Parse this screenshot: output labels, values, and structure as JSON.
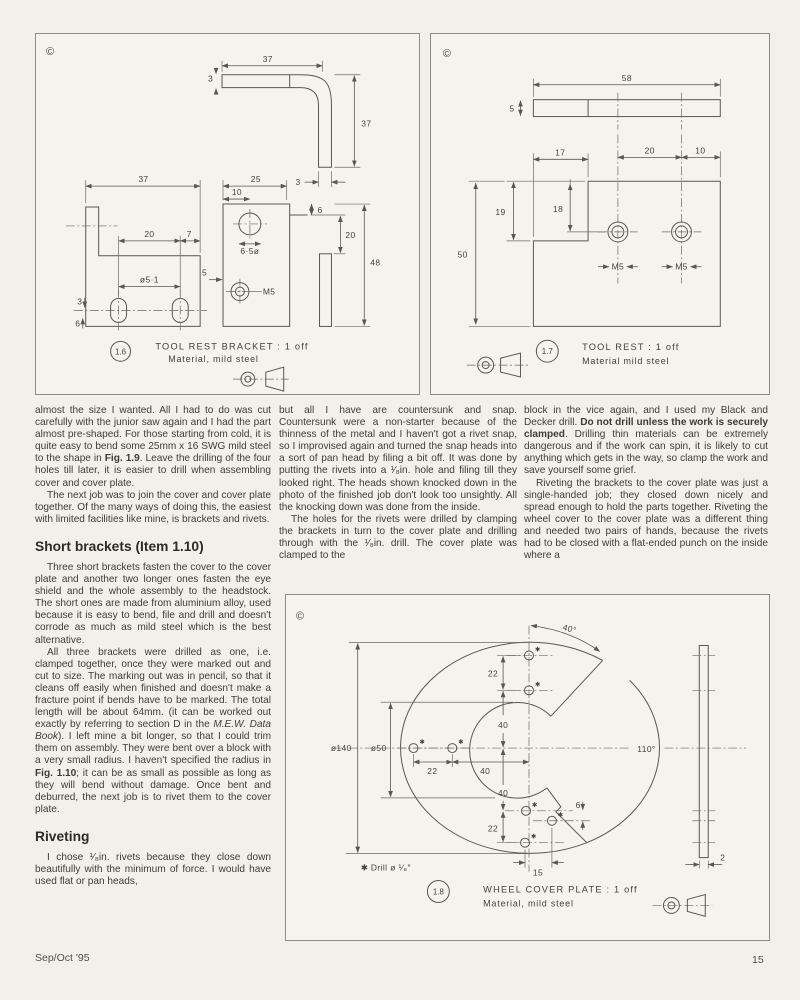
{
  "page": {
    "copyright_mark": "©",
    "footer_issue": "Sep/Oct '95",
    "footer_page": "15"
  },
  "article": {
    "col1": {
      "p1": {
        "pre": "almost the size I wanted. All I had to do was cut carefully with the junior saw again and I had the part almost pre-shaped. For those starting from cold, it is quite easy to bend some 25mm x 16 SWG mild steel to the shape in ",
        "bold": "Fig. 1.9",
        "post": ". Leave the drilling of the four holes till later, it is easier to drill when assembling cover and cover plate."
      },
      "p2": "The next job was to join the cover and cover plate together. Of the many ways of doing this, the easiest with limited facilities like mine, is brackets and rivets.",
      "h1": "Short brackets (Item 1.10)",
      "p3": "Three short brackets fasten the cover to the cover plate and another two longer ones fasten the eye shield and the whole assembly to the headstock. The short ones are made from aluminium alloy, used because it is easy to bend, file and drill and doesn't corrode as much as mild steel which is the best alternative.",
      "p4": {
        "pre": "All three brackets were drilled as one, i.e. clamped together, once they were marked out and cut to size. The marking out was in pencil, so that it cleans off easily when finished and doesn't make a fracture point if bends have to be marked. The total length will be about 64mm. (it can be worked out exactly by referring to section D in the ",
        "italic": "M.E.W. Data Book",
        "mid": "). I left mine a bit longer, so that I could trim them on assembly. They were bent over a block with a very small radius. I haven't specified the radius in ",
        "bold": "Fig. 1.10",
        "post": "; it can be as small as possible as long as they will bend without damage. Once bent and deburred, the next job is to rivet them to the cover plate."
      },
      "h2": "Riveting",
      "p5": "I chose ¹⁄₈in. rivets because they close down beautifully with the minimum of force. I would have used flat or pan heads,"
    },
    "col2": {
      "p1": "but all I have are countersunk and snap. Countersunk were a non-starter because of the thinness of the metal and I haven't got a rivet snap, so I improvised again and turned the snap heads into a sort of pan head by filing a bit off. It was done by putting the rivets into a ¹⁄₈in. hole and filing till they looked right. The heads shown knocked down in the photo of the finished job don't look too unsightly. All the knocking down was done from the inside.",
      "p2": "The holes for the rivets were drilled by clamping the brackets in turn to the cover plate and drilling through with the ¹⁄₈in. drill. The cover plate was clamped to the"
    },
    "col3": {
      "p1": {
        "pre": "block in the vice again, and I used my Black and Decker drill. ",
        "bold": "Do not drill unless the work is securely clamped",
        "post": ". Drilling thin materials can be extremely dangerous and if the work can spin, it is likely to cut anything which gets in the way, so clamp the work and save yourself some grief."
      },
      "p2": "Riveting the brackets to the cover plate was just a single-handed job; they closed down nicely and spread enough to hold the parts together. Riveting the wheel cover to the cover plate was a different thing and needed two pairs of hands, because the rivets had to be closed with a flat-ended punch on the inside where a"
    }
  },
  "fig16": {
    "id": "1.6",
    "title": "TOOL REST BRACKET : 1 off",
    "material": "Material, mild steel",
    "dims": {
      "top_w": "37",
      "top_t": "3",
      "top_h": "37",
      "top_b": "3",
      "front_w": "37",
      "front_20": "20",
      "front_7": "7",
      "front_hole": "ø5·1",
      "front_3": "3",
      "front_6": "6",
      "side_25": "25",
      "side_10": "10",
      "side_6": "6",
      "side_20": "20",
      "side_48": "48",
      "side_hole": "6·5ø",
      "side_5": "5",
      "side_m5": "M5"
    }
  },
  "fig17": {
    "id": "1.7",
    "title": "TOOL REST : 1 off",
    "material": "Material mild steel",
    "dims": {
      "len": "58",
      "th": "5",
      "w17": "17",
      "w20": "20",
      "w10": "10",
      "h19": "19",
      "h18": "18",
      "h50": "50",
      "m5a": "M5",
      "m5b": "M5"
    }
  },
  "fig18": {
    "id": "1.8",
    "title": "WHEEL COVER PLATE : 1 off",
    "material": "Material, mild steel",
    "note": "✱ Drill ø ¹⁄₈″",
    "mark": "✱",
    "dims": {
      "d140": "ø140",
      "d50": "ø50",
      "t22": "22",
      "t40": "40",
      "c22": "22",
      "c40": "40",
      "b40": "40",
      "b22": "22",
      "r6": "6",
      "b15": "15",
      "a40": "40°",
      "a110": "110°",
      "th": "2"
    }
  }
}
